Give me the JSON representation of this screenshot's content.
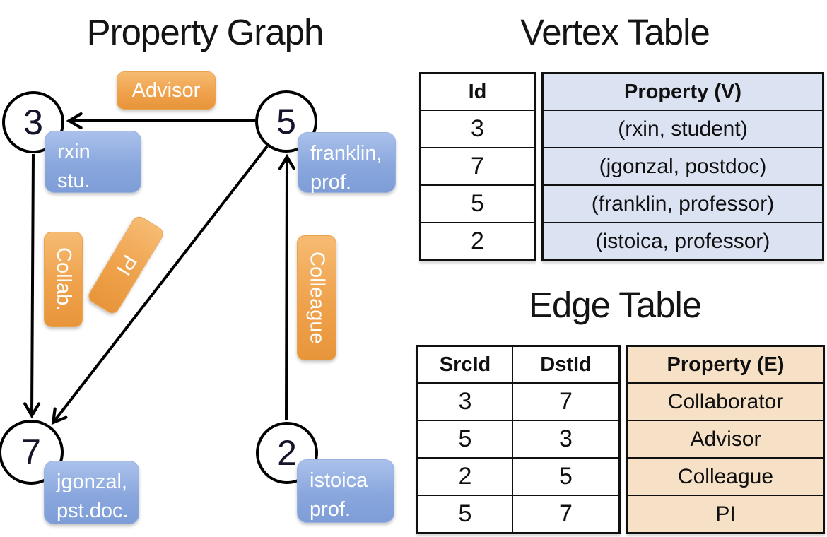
{
  "graph": {
    "title": "Property Graph",
    "vertices": [
      {
        "id": "3",
        "label_line1": "rxin",
        "label_line2": "stu."
      },
      {
        "id": "5",
        "label_line1": "franklin,",
        "label_line2": "prof."
      },
      {
        "id": "7",
        "label_line1": "jgonzal,",
        "label_line2": "pst.doc."
      },
      {
        "id": "2",
        "label_line1": "istoica",
        "label_line2": "prof."
      }
    ],
    "edge_labels": {
      "advisor": "Advisor",
      "collab": "Collab.",
      "pi": "PI",
      "colleague": "Colleague"
    }
  },
  "vertex_table": {
    "title": "Vertex Table",
    "columns": [
      "Id",
      "Property (V)"
    ],
    "rows": [
      {
        "id": "3",
        "property": "(rxin, student)"
      },
      {
        "id": "7",
        "property": "(jgonzal, postdoc)"
      },
      {
        "id": "5",
        "property": "(franklin, professor)"
      },
      {
        "id": "2",
        "property": "(istoica, professor)"
      }
    ]
  },
  "edge_table": {
    "title": "Edge Table",
    "columns": [
      "SrcId",
      "DstId",
      "Property (E)"
    ],
    "rows": [
      {
        "src": "3",
        "dst": "7",
        "property": "Collaborator"
      },
      {
        "src": "5",
        "dst": "3",
        "property": "Advisor"
      },
      {
        "src": "2",
        "dst": "5",
        "property": "Colleague"
      },
      {
        "src": "5",
        "dst": "7",
        "property": "PI"
      }
    ]
  },
  "colors": {
    "vertex_property_fill": "#dbe3f3",
    "edge_property_fill": "#f6e0c6",
    "edge_label_orange_top": "#f6bb72",
    "edge_label_orange_bottom": "#e8953a",
    "vertex_label_blue_top": "#aac1eb",
    "vertex_label_blue_bottom": "#7e9dd8",
    "line_color": "#000000"
  }
}
